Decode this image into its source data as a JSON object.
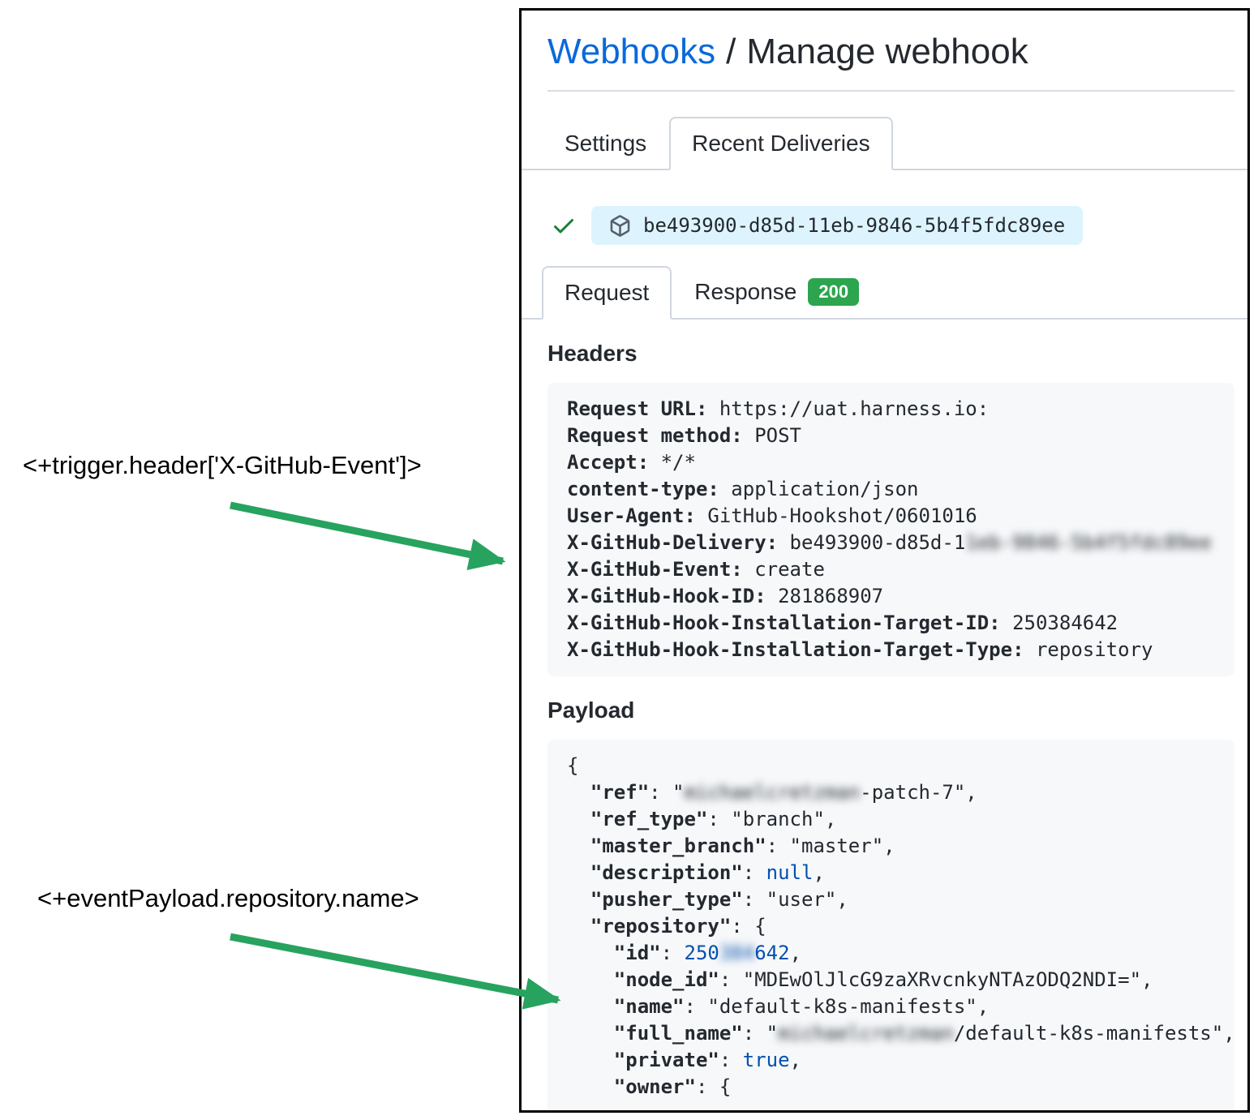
{
  "annotations": {
    "trigger": "<+trigger.header['X-GitHub-Event']>",
    "payload": "<+eventPayload.repository.name>"
  },
  "breadcrumb": {
    "section": "Webhooks",
    "separator": "/",
    "page": "Manage webhook"
  },
  "tabs": {
    "settings": "Settings",
    "recent": "Recent Deliveries"
  },
  "delivery": {
    "id": "be493900-d85d-11eb-9846-5b4f5fdc89ee"
  },
  "subtabs": {
    "request": "Request",
    "response": "Response",
    "status_code": "200"
  },
  "sections": {
    "headers": "Headers",
    "payload": "Payload"
  },
  "colors": {
    "accent_link": "#0969da",
    "status_green": "#2da44e",
    "check_green": "#1a7f37",
    "arrow_green": "#27a35f",
    "code_value_blue": "#0550ae",
    "code_bg": "#f6f8fa",
    "delivery_pill_bg": "#ddf4ff"
  },
  "headers_code": [
    [
      {
        "t": "Request URL:",
        "c": "k"
      },
      {
        "t": " https://uat.harness.io:",
        "c": "v"
      }
    ],
    [
      {
        "t": "Request method:",
        "c": "k"
      },
      {
        "t": " POST",
        "c": "v"
      }
    ],
    [
      {
        "t": "Accept:",
        "c": "k"
      },
      {
        "t": " */*",
        "c": "v"
      }
    ],
    [
      {
        "t": "content-type:",
        "c": "k"
      },
      {
        "t": " application/json",
        "c": "v"
      }
    ],
    [
      {
        "t": "User-Agent:",
        "c": "k"
      },
      {
        "t": " GitHub-Hookshot/0601016",
        "c": "v"
      }
    ],
    [
      {
        "t": "X-GitHub-Delivery:",
        "c": "k"
      },
      {
        "t": " be493900-d85d-1",
        "c": "v"
      },
      {
        "t": "1eb-9846-5b4f5fdc89ee",
        "c": "vb"
      }
    ],
    [
      {
        "t": "X-GitHub-Event:",
        "c": "k"
      },
      {
        "t": " create",
        "c": "v"
      }
    ],
    [
      {
        "t": "X-GitHub-Hook-ID:",
        "c": "k"
      },
      {
        "t": " 281868907",
        "c": "v"
      }
    ],
    [
      {
        "t": "X-GitHub-Hook-Installation-Target-ID:",
        "c": "k"
      },
      {
        "t": " 250384642",
        "c": "v"
      }
    ],
    [
      {
        "t": "X-GitHub-Hook-Installation-Target-Type:",
        "c": "k"
      },
      {
        "t": " repository",
        "c": "v"
      }
    ]
  ],
  "payload_code": [
    [
      {
        "t": "{",
        "c": "v"
      }
    ],
    [
      {
        "t": "  ",
        "c": "v"
      },
      {
        "t": "\"ref\"",
        "c": "k"
      },
      {
        "t": ": \"",
        "c": "v"
      },
      {
        "t": "michaelcretzman",
        "c": "vb"
      },
      {
        "t": "-patch-7\",",
        "c": "v"
      }
    ],
    [
      {
        "t": "  ",
        "c": "v"
      },
      {
        "t": "\"ref_type\"",
        "c": "k"
      },
      {
        "t": ": \"branch\",",
        "c": "v"
      }
    ],
    [
      {
        "t": "  ",
        "c": "v"
      },
      {
        "t": "\"master_branch\"",
        "c": "k"
      },
      {
        "t": ": \"master\",",
        "c": "v"
      }
    ],
    [
      {
        "t": "  ",
        "c": "v"
      },
      {
        "t": "\"description\"",
        "c": "k"
      },
      {
        "t": ": ",
        "c": "v"
      },
      {
        "t": "null",
        "c": "n"
      },
      {
        "t": ",",
        "c": "v"
      }
    ],
    [
      {
        "t": "  ",
        "c": "v"
      },
      {
        "t": "\"pusher_type\"",
        "c": "k"
      },
      {
        "t": ": \"user\",",
        "c": "v"
      }
    ],
    [
      {
        "t": "  ",
        "c": "v"
      },
      {
        "t": "\"repository\"",
        "c": "k"
      },
      {
        "t": ": {",
        "c": "v"
      }
    ],
    [
      {
        "t": "    ",
        "c": "v"
      },
      {
        "t": "\"id\"",
        "c": "k"
      },
      {
        "t": ": ",
        "c": "v"
      },
      {
        "t": "250",
        "c": "n"
      },
      {
        "t": "384",
        "c": "nb"
      },
      {
        "t": "642",
        "c": "n"
      },
      {
        "t": ",",
        "c": "v"
      }
    ],
    [
      {
        "t": "    ",
        "c": "v"
      },
      {
        "t": "\"node_id\"",
        "c": "k"
      },
      {
        "t": ": \"MDEwOlJlcG9zaXRvcnkyNTAzODQ2NDI=\",",
        "c": "v"
      }
    ],
    [
      {
        "t": "    ",
        "c": "v"
      },
      {
        "t": "\"name\"",
        "c": "k"
      },
      {
        "t": ": \"default-k8s-manifests\",",
        "c": "v"
      }
    ],
    [
      {
        "t": "    ",
        "c": "v"
      },
      {
        "t": "\"full_name\"",
        "c": "k"
      },
      {
        "t": ": \"",
        "c": "v"
      },
      {
        "t": "michaelcretzman",
        "c": "vb"
      },
      {
        "t": "/default-k8s-manifests\",",
        "c": "v"
      }
    ],
    [
      {
        "t": "    ",
        "c": "v"
      },
      {
        "t": "\"private\"",
        "c": "k"
      },
      {
        "t": ": ",
        "c": "v"
      },
      {
        "t": "true",
        "c": "n"
      },
      {
        "t": ",",
        "c": "v"
      }
    ],
    [
      {
        "t": "    ",
        "c": "v"
      },
      {
        "t": "\"owner\"",
        "c": "k"
      },
      {
        "t": ": {",
        "c": "v"
      }
    ]
  ]
}
